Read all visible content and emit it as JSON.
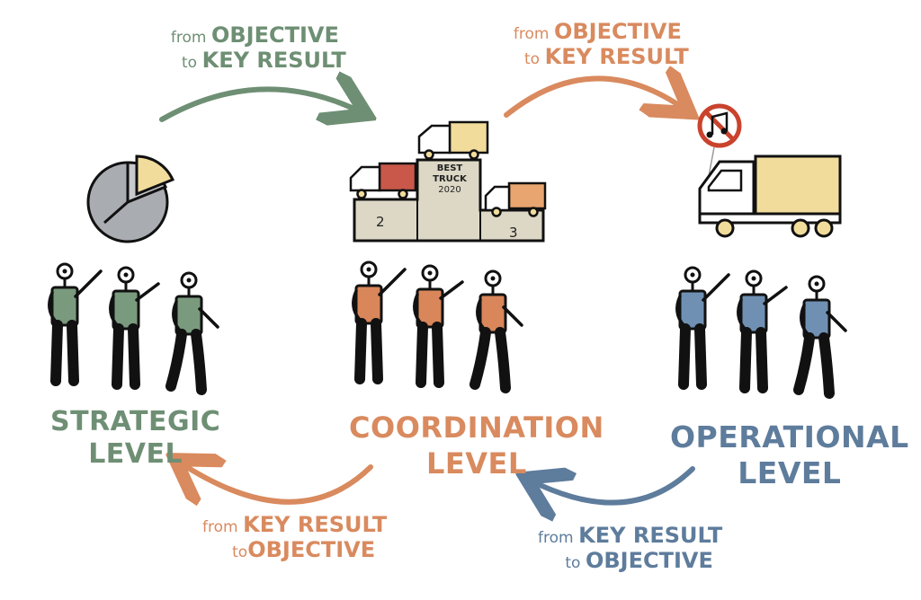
{
  "arrows": {
    "top_left": {
      "prefix": "from",
      "line1": "OBJECTIVE",
      "prefix2": "to",
      "line2": "KEY RESULT",
      "color": "#6e8f74"
    },
    "top_right": {
      "prefix": "from",
      "line1": "OBJECTIVE",
      "prefix2": "to",
      "line2": "KEY RESULT",
      "color": "#d98a5e"
    },
    "bottom_left": {
      "prefix": "from",
      "line1": "KEY RESULT",
      "prefix2": "to",
      "line2": "OBJECTIVE",
      "color": "#d98a5e"
    },
    "bottom_right": {
      "prefix": "from",
      "line1": "KEY RESULT",
      "prefix2": "to",
      "line2": "OBJECTIVE",
      "color": "#5e7c9c"
    }
  },
  "levels": [
    {
      "line1": "STRATEGIC",
      "line2": "LEVEL",
      "color": "#6e8f74",
      "shirt": "#7a9a7e",
      "icon": "pie-chart-icon"
    },
    {
      "line1": "COORDINATION",
      "line2": "LEVEL",
      "color": "#d98a5e",
      "shirt": "#d9865a",
      "icon": "podium-icon"
    },
    {
      "line1": "OPERATIONAL",
      "line2": "LEVEL",
      "color": "#5e7c9c",
      "shirt": "#6f90b3",
      "icon": "truck-icon"
    }
  ],
  "podium": {
    "title_line1": "BEST",
    "title_line2": "TRUCK",
    "title_line3": "2020",
    "second": "2",
    "third": "3"
  },
  "colors": {
    "green": "#6e8f74",
    "orange": "#d98a5e",
    "blue": "#5e7c9c",
    "cargo": "#f1dc9c",
    "red_cargo": "#c9584a",
    "no_sign": "#c9432d"
  }
}
